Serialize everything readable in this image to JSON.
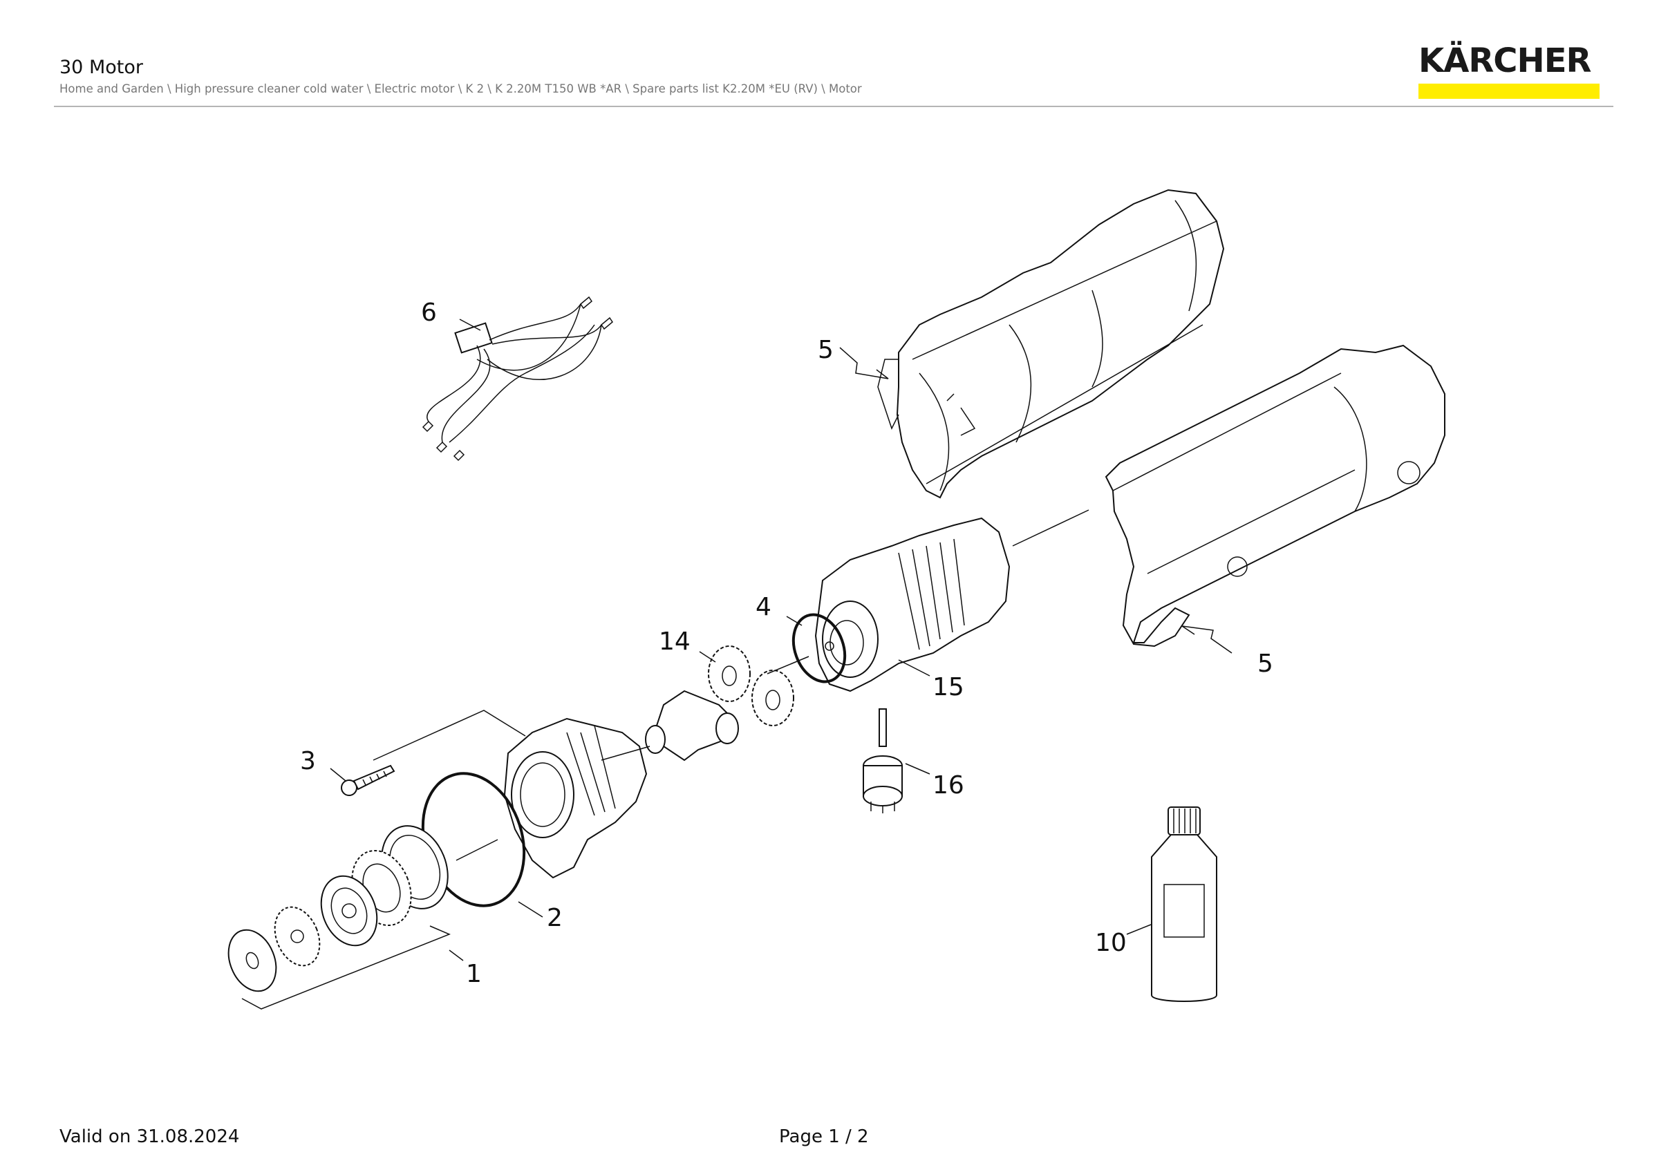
{
  "header": {
    "title": "30 Motor",
    "breadcrumb": "Home and Garden \\ High pressure cleaner cold water \\ Electric motor \\ K 2 \\ K 2.20M T150 WB *AR \\ Spare parts list K2.20M *EU (RV) \\ Motor",
    "logo_text": "KÄRCHER",
    "brand_color": "#ffed00"
  },
  "callouts": [
    "1",
    "2",
    "3",
    "4",
    "5",
    "5",
    "6",
    "10",
    "14",
    "15",
    "16"
  ],
  "footer": {
    "valid": "Valid on 31.08.2024",
    "page": "Page 1 / 2"
  }
}
